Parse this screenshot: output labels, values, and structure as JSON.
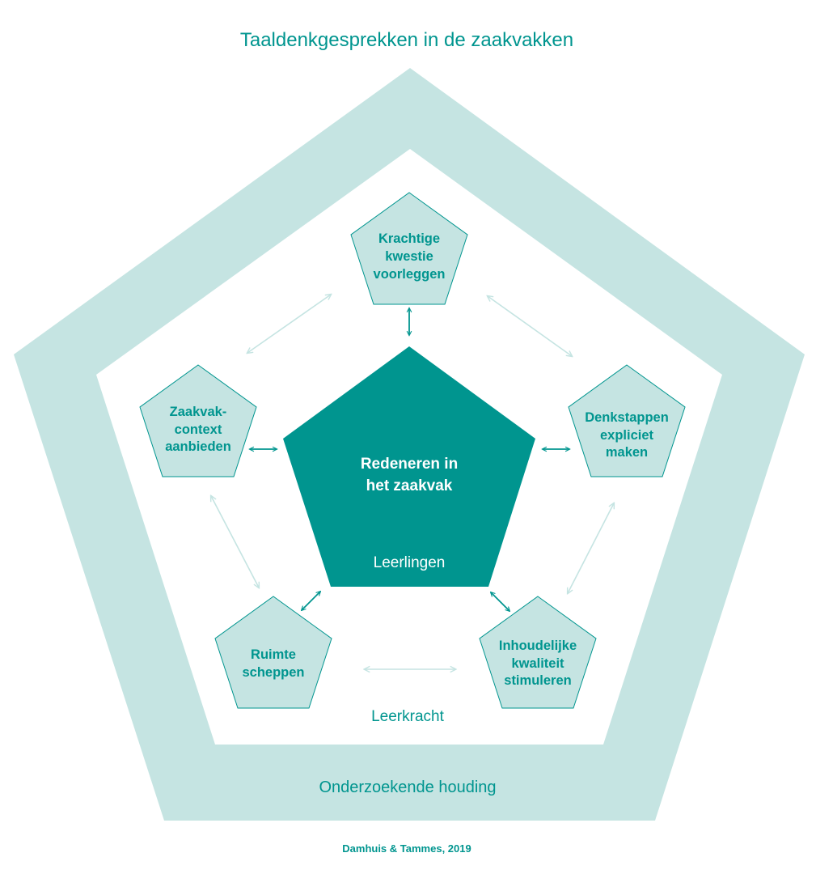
{
  "title": "Taaldenkgesprekken in de zaakvakken",
  "outer_band_label": "Onderzoekende houding",
  "center": {
    "line1": "Redeneren in",
    "line2": "het zaakvak",
    "sublabel": "Leerlingen"
  },
  "teacher_label": "Leerkracht",
  "nodes": {
    "top": [
      "Krachtige",
      "kwestie",
      "voorleggen"
    ],
    "right": [
      "Denkstappen",
      "expliciet",
      "maken"
    ],
    "bottom_right": [
      "Inhoudelijke",
      "kwaliteit",
      "stimuleren"
    ],
    "bottom_left": [
      "Ruimte",
      "scheppen"
    ],
    "left": [
      "Zaakvak-",
      "context",
      "aanbieden"
    ]
  },
  "credit": "Damhuis & Tammes, 2019",
  "colors": {
    "primary": "#00958f",
    "band": "#c5e4e2",
    "node_fill": "#c5e4e2",
    "light_arrow": "#c5e4e2"
  }
}
